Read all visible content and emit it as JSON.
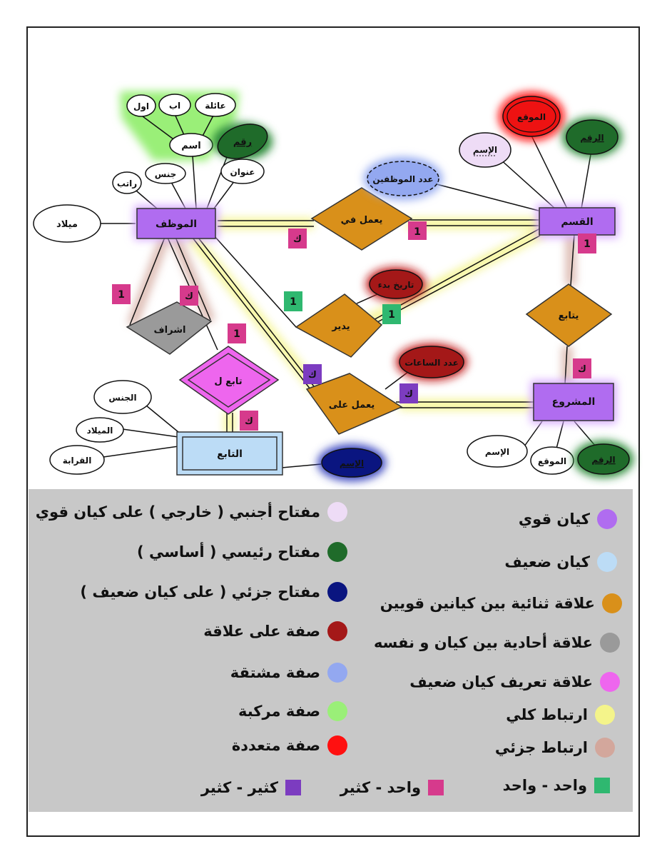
{
  "entities": {
    "employee": "الموظف",
    "department": "القسم",
    "project": "المشروع",
    "dependent": "التابع"
  },
  "relationships": {
    "works_in": "يعمل في",
    "manages": "يدير",
    "works_on": "يعمل على",
    "controls": "يتابع",
    "supervision": "اشراف",
    "dependent_of": "تابع ل"
  },
  "attributes": {
    "employee": {
      "name": "اسم",
      "first": "اول",
      "father": "اب",
      "family": "عائلة",
      "number": "رقم",
      "address": "عنوان",
      "gender": "جنس",
      "salary": "راتب",
      "birth": "ميلاد"
    },
    "department": {
      "location": "الموقع",
      "name": "الإسم",
      "number": "الرقم",
      "employee_count": "عدد الموظفين"
    },
    "project": {
      "name": "الإسم",
      "location": "الموقع",
      "number": "الرقم"
    },
    "dependent": {
      "gender": "الجنس",
      "birth": "الميلاد",
      "relation": "القرابة",
      "name": "الإسم"
    },
    "relationship": {
      "start_date": "تاريخ بدء",
      "hours": "عدد الساعات"
    }
  },
  "cardinality": {
    "one": "1",
    "many": "ك"
  },
  "legend": {
    "strong_entity": "كيان قوي",
    "weak_entity": "كيان ضعيف",
    "binary_relationship": "علاقة ثنائية بين كيانين قويين",
    "unary_relationship": "علاقة أحادية بين كيان و نفسه",
    "identifying_relationship": "علاقة تعريف كيان ضعيف",
    "total_participation": "ارتباط كلي",
    "partial_participation": "ارتباط جزئي",
    "foreign_key": "مفتاح أجنبي ( خارجي ) على كيان قوي",
    "primary_key": "مفتاح رئيسي ( أساسي )",
    "partial_key": "مفتاح جزئي ( على كيان ضعيف )",
    "relationship_attribute": "صفة على علاقة",
    "derived_attribute": "صفة مشتقة",
    "composite_attribute": "صفة مركبة",
    "multivalued_attribute": "صفة متعددة",
    "one_to_one": "واحد - واحد",
    "one_to_many": "واحد - كثير",
    "many_to_many": "كثير - كثير"
  },
  "colors": {
    "strong_entity": "#b06cf0",
    "weak_entity": "#bcdcf6",
    "binary_relationship": "#d9901a",
    "unary_relationship": "#9a9a9a",
    "identifying_relationship": "#ee66ee",
    "total_participation": "#f4f48a",
    "partial_participation": "#d3a79c",
    "foreign_key": "#eedcf6",
    "primary_key": "#1f6b2a",
    "partial_key": "#0a1580",
    "relationship_attribute": "#a41818",
    "derived_attribute": "#93a8f0",
    "composite_attribute": "#9aef78",
    "multivalued_attribute": "#ff1010",
    "one_to_one": "#2fb870",
    "one_to_many": "#d63a8c",
    "many_to_many": "#7c3cc0"
  }
}
